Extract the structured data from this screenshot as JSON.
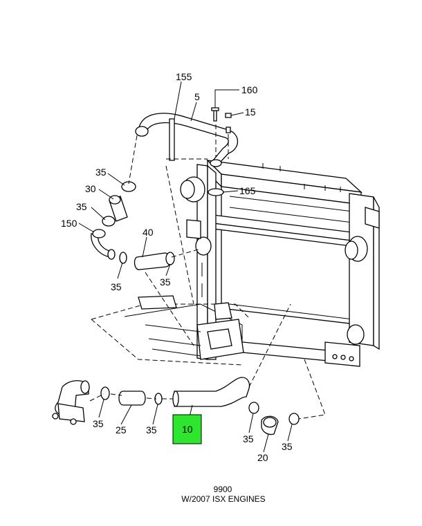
{
  "diagram": {
    "callouts": {
      "c155": "155",
      "c5": "5",
      "c160": "160",
      "c15": "15",
      "c35_a": "35",
      "c30": "30",
      "c35_b": "35",
      "c150": "150",
      "c40": "40",
      "c35_c": "35",
      "c35_d": "35",
      "c165": "165",
      "c35_e": "35",
      "c25": "25",
      "c35_f": "35",
      "c10": "10",
      "c35_g": "35",
      "c20": "20",
      "c35_h": "35"
    },
    "highlight_color": "#2ee62e"
  },
  "footer": {
    "code": "9900",
    "caption": "W/2007 ISX ENGINES"
  }
}
